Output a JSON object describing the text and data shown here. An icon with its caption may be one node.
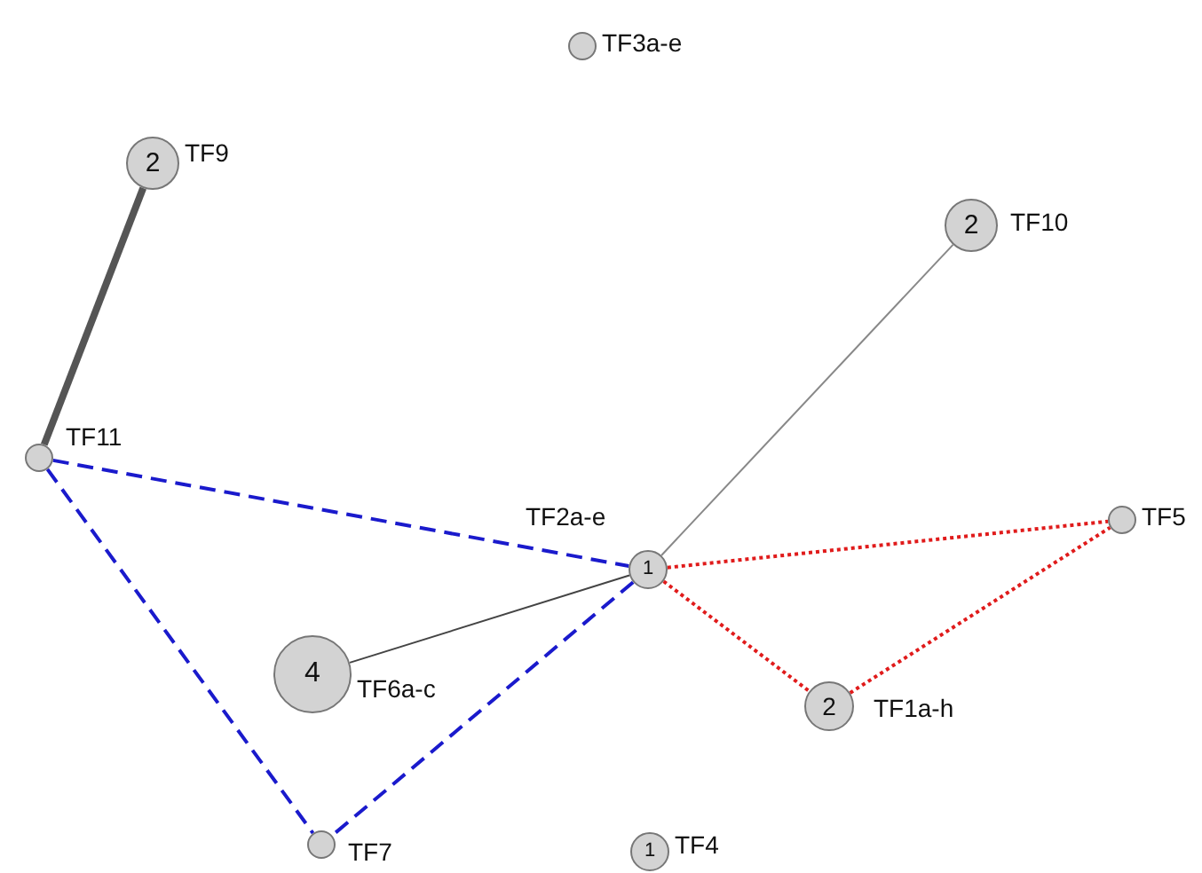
{
  "diagram": {
    "nodes": [
      {
        "text": [],
        "shape": "circle",
        "beside": [
          "TF3a-e"
        ]
      },
      {
        "text": [
          "2"
        ],
        "beside": [
          "TF9"
        ]
      },
      {
        "text": [
          "2"
        ],
        "beside": [
          "TF10"
        ]
      },
      {
        "text": [],
        "shape": "circle",
        "beside": [
          "TF11"
        ]
      },
      {
        "text": [],
        "shape": "circle",
        "beside": [
          "TF5"
        ]
      },
      {
        "text": [
          "1"
        ],
        "beside": [
          "TF2a-e"
        ]
      },
      {
        "text": [
          "4"
        ],
        "beside": [
          "TF6a-c"
        ]
      },
      {
        "text": [
          "2"
        ],
        "beside": [
          "TF1a-h"
        ]
      },
      {
        "text": [
          "1"
        ],
        "beside": [
          "TF4"
        ]
      },
      {
        "text": [],
        "shape": "circle",
        "beside": [
          "TF7"
        ]
      }
    ],
    "edges": [
      {
        "from": 1,
        "to": 3,
        "arrow": "none",
        "style": "thick",
        "color": "#555555"
      },
      {
        "from": 2,
        "to": 5,
        "arrow": "none",
        "color": "#888888"
      },
      {
        "from": 3,
        "to": 5,
        "arrow": "none",
        "style": "dashed",
        "color": "#1a1acc"
      },
      {
        "from": 3,
        "to": 9,
        "arrow": "none",
        "style": "dashed",
        "color": "#1a1acc"
      },
      {
        "from": 5,
        "to": 9,
        "arrow": "none",
        "style": "dashed",
        "color": "#1a1acc"
      },
      {
        "from": 5,
        "to": 6,
        "arrow": "none",
        "color": "#444444"
      },
      {
        "from": 5,
        "to": 4,
        "arrow": "none",
        "style": "dashed",
        "color": "#e01b1b"
      },
      {
        "from": 5,
        "to": 7,
        "arrow": "none",
        "style": "dashed",
        "color": "#e01b1b"
      },
      {
        "from": 7,
        "to": 4,
        "arrow": "none",
        "style": "dashed",
        "color": "#e01b1b"
      }
    ]
  }
}
